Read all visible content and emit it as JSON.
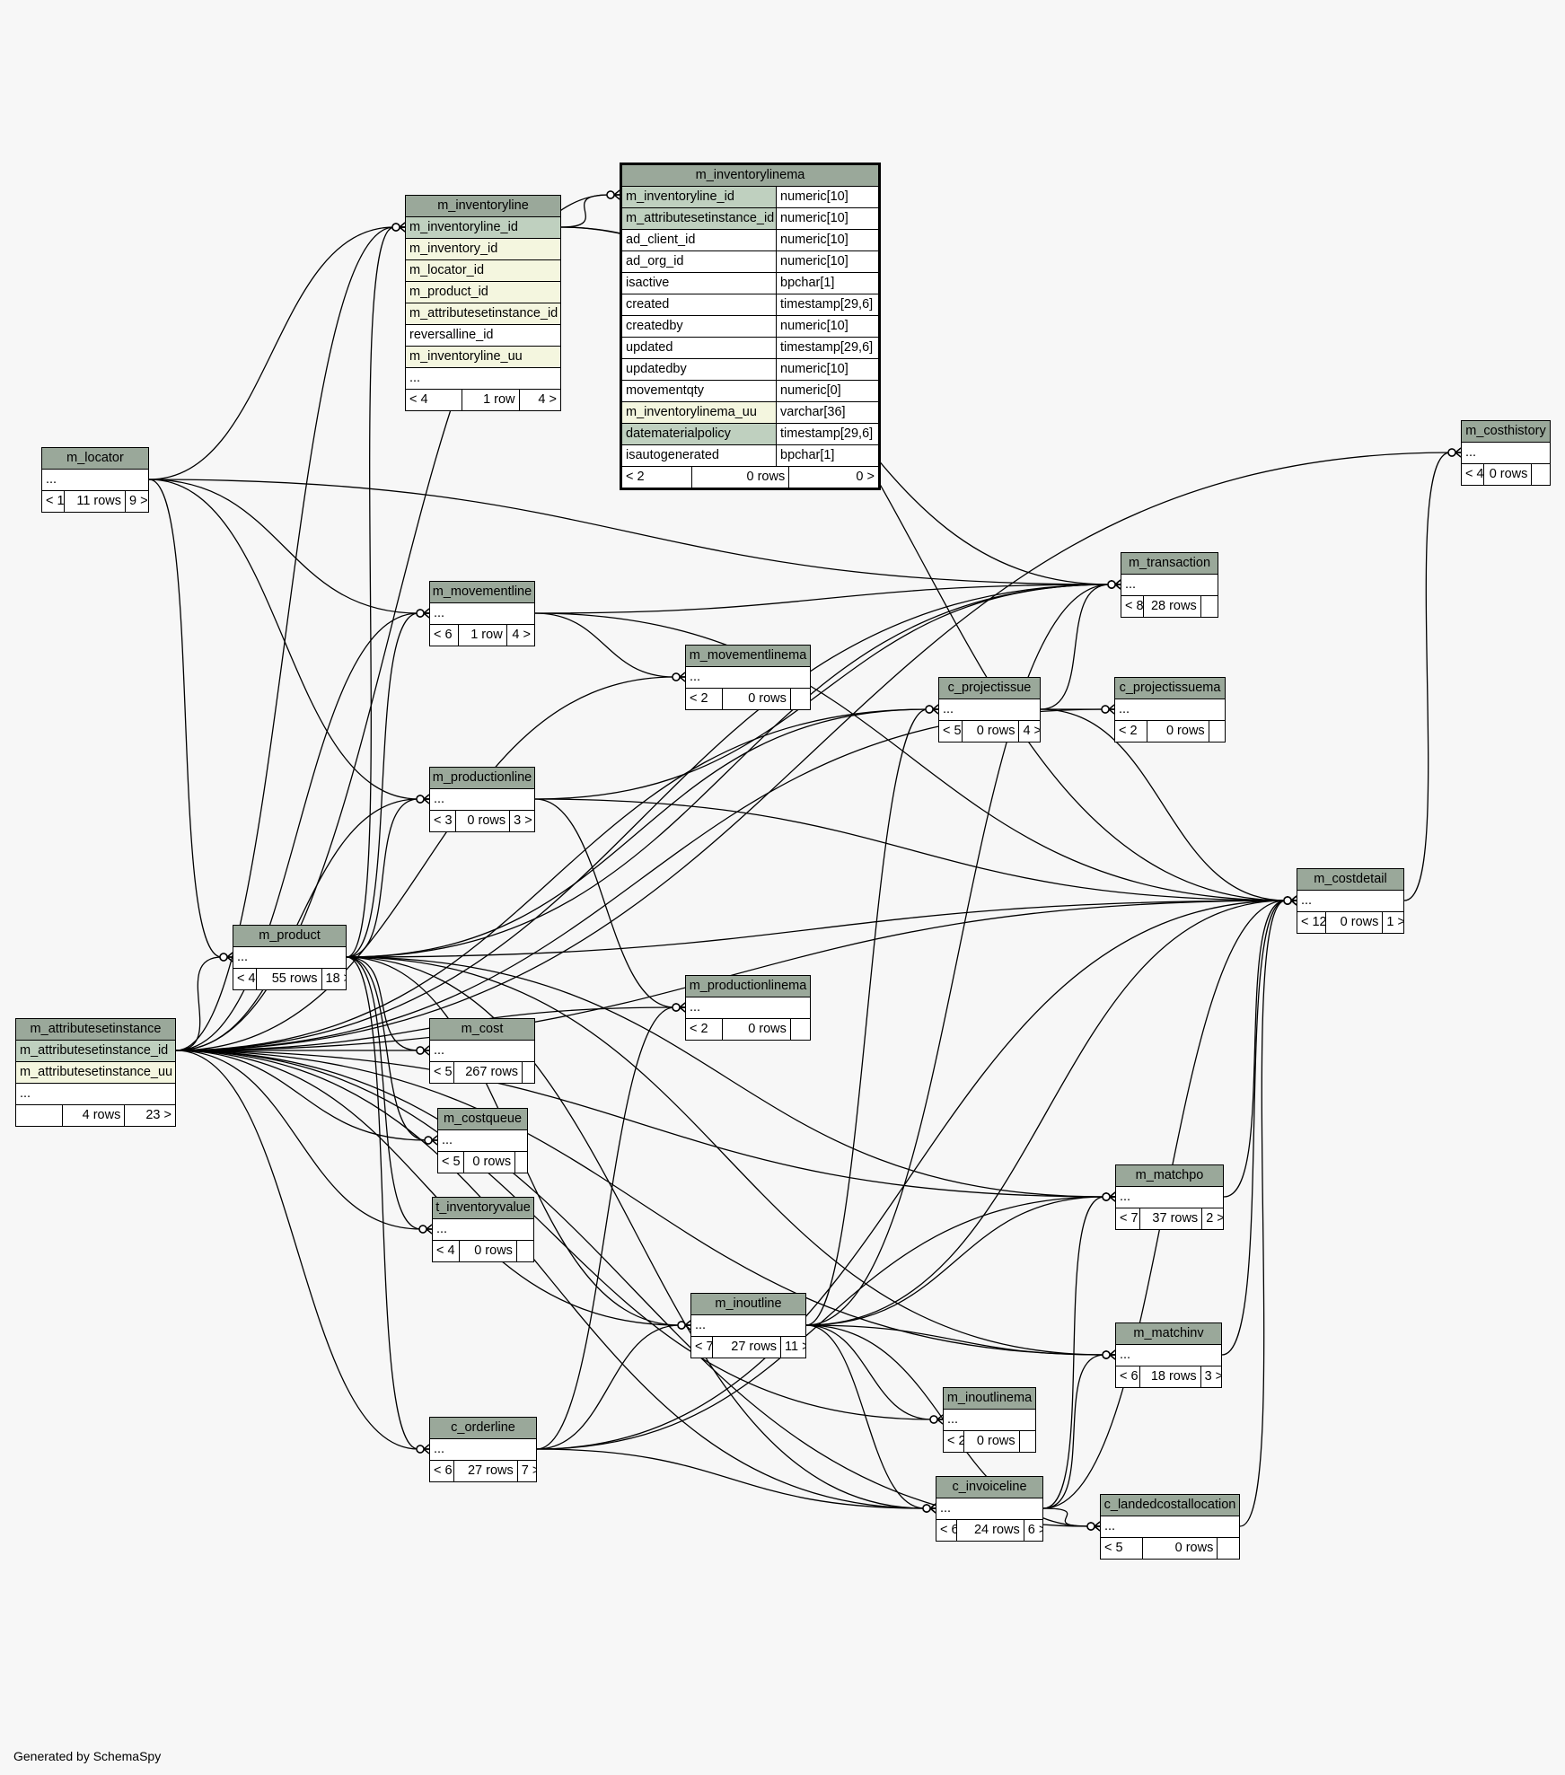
{
  "footer": "Generated by SchemaSpy",
  "focus_table": {
    "name": "m_inventorylinema",
    "columns": [
      {
        "name": "m_inventoryline_id",
        "type": "numeric[10]",
        "kind": "pk"
      },
      {
        "name": "m_attributesetinstance_id",
        "type": "numeric[10]",
        "kind": "pk"
      },
      {
        "name": "ad_client_id",
        "type": "numeric[10]",
        "kind": ""
      },
      {
        "name": "ad_org_id",
        "type": "numeric[10]",
        "kind": ""
      },
      {
        "name": "isactive",
        "type": "bpchar[1]",
        "kind": ""
      },
      {
        "name": "created",
        "type": "timestamp[29,6]",
        "kind": ""
      },
      {
        "name": "createdby",
        "type": "numeric[10]",
        "kind": ""
      },
      {
        "name": "updated",
        "type": "timestamp[29,6]",
        "kind": ""
      },
      {
        "name": "updatedby",
        "type": "numeric[10]",
        "kind": ""
      },
      {
        "name": "movementqty",
        "type": "numeric[0]",
        "kind": ""
      },
      {
        "name": "m_inventorylinema_uu",
        "type": "varchar[36]",
        "kind": "fk"
      },
      {
        "name": "datematerialpolicy",
        "type": "timestamp[29,6]",
        "kind": "pk"
      },
      {
        "name": "isautogenerated",
        "type": "bpchar[1]",
        "kind": ""
      }
    ],
    "footer": {
      "parents": "< 2",
      "rows": "0 rows",
      "children": "0 >"
    }
  },
  "tables": [
    {
      "id": "m_inventoryline",
      "name": "m_inventoryline",
      "columns": [
        {
          "name": "m_inventoryline_id",
          "kind": "pk"
        },
        {
          "name": "m_inventory_id",
          "kind": "fk"
        },
        {
          "name": "m_locator_id",
          "kind": "fk"
        },
        {
          "name": "m_product_id",
          "kind": "fk"
        },
        {
          "name": "m_attributesetinstance_id",
          "kind": "fk"
        },
        {
          "name": "reversalline_id",
          "kind": ""
        },
        {
          "name": "m_inventoryline_uu",
          "kind": "fk"
        },
        {
          "name": "...",
          "kind": ""
        }
      ],
      "footer": {
        "parents": "< 4",
        "rows": "1 row",
        "children": "4 >"
      }
    },
    {
      "id": "m_locator",
      "name": "m_locator",
      "columns": [
        {
          "name": "...",
          "kind": ""
        }
      ],
      "footer": {
        "parents": "< 1",
        "rows": "11 rows",
        "children": "9 >"
      }
    },
    {
      "id": "m_attributesetinstance",
      "name": "m_attributesetinstance",
      "columns": [
        {
          "name": "m_attributesetinstance_id",
          "kind": "pk"
        },
        {
          "name": "m_attributesetinstance_uu",
          "kind": "fk"
        },
        {
          "name": "...",
          "kind": ""
        }
      ],
      "footer": {
        "parents": "",
        "rows": "4 rows",
        "children": "23 >"
      }
    },
    {
      "id": "m_costhistory",
      "name": "m_costhistory",
      "columns": [
        {
          "name": "...",
          "kind": ""
        }
      ],
      "footer": {
        "parents": "< 4",
        "rows": "0 rows",
        "children": ""
      }
    },
    {
      "id": "m_transaction",
      "name": "m_transaction",
      "columns": [
        {
          "name": "...",
          "kind": ""
        }
      ],
      "footer": {
        "parents": "< 8",
        "rows": "28 rows",
        "children": ""
      }
    },
    {
      "id": "m_movementline",
      "name": "m_movementline",
      "columns": [
        {
          "name": "...",
          "kind": ""
        }
      ],
      "footer": {
        "parents": "< 6",
        "rows": "1 row",
        "children": "4 >"
      }
    },
    {
      "id": "m_movementlinema",
      "name": "m_movementlinema",
      "columns": [
        {
          "name": "...",
          "kind": ""
        }
      ],
      "footer": {
        "parents": "< 2",
        "rows": "0 rows",
        "children": ""
      }
    },
    {
      "id": "c_projectissue",
      "name": "c_projectissue",
      "columns": [
        {
          "name": "...",
          "kind": ""
        }
      ],
      "footer": {
        "parents": "< 5",
        "rows": "0 rows",
        "children": "4 >"
      }
    },
    {
      "id": "c_projectissuema",
      "name": "c_projectissuema",
      "columns": [
        {
          "name": "...",
          "kind": ""
        }
      ],
      "footer": {
        "parents": "< 2",
        "rows": "0 rows",
        "children": ""
      }
    },
    {
      "id": "m_productionline",
      "name": "m_productionline",
      "columns": [
        {
          "name": "...",
          "kind": ""
        }
      ],
      "footer": {
        "parents": "< 3",
        "rows": "0 rows",
        "children": "3 >"
      }
    },
    {
      "id": "m_costdetail",
      "name": "m_costdetail",
      "columns": [
        {
          "name": "...",
          "kind": ""
        }
      ],
      "footer": {
        "parents": "< 12",
        "rows": "0 rows",
        "children": "1 >"
      }
    },
    {
      "id": "m_product",
      "name": "m_product",
      "columns": [
        {
          "name": "...",
          "kind": ""
        }
      ],
      "footer": {
        "parents": "< 4",
        "rows": "55 rows",
        "children": "18 >"
      }
    },
    {
      "id": "m_productionlinema",
      "name": "m_productionlinema",
      "columns": [
        {
          "name": "...",
          "kind": ""
        }
      ],
      "footer": {
        "parents": "< 2",
        "rows": "0 rows",
        "children": ""
      }
    },
    {
      "id": "m_cost",
      "name": "m_cost",
      "columns": [
        {
          "name": "...",
          "kind": ""
        }
      ],
      "footer": {
        "parents": "< 5",
        "rows": "267 rows",
        "children": ""
      }
    },
    {
      "id": "m_costqueue",
      "name": "m_costqueue",
      "columns": [
        {
          "name": "...",
          "kind": ""
        }
      ],
      "footer": {
        "parents": "< 5",
        "rows": "0 rows",
        "children": ""
      }
    },
    {
      "id": "m_matchpo",
      "name": "m_matchpo",
      "columns": [
        {
          "name": "...",
          "kind": ""
        }
      ],
      "footer": {
        "parents": "< 7",
        "rows": "37 rows",
        "children": "2 >"
      }
    },
    {
      "id": "t_inventoryvalue",
      "name": "t_inventoryvalue",
      "columns": [
        {
          "name": "...",
          "kind": ""
        }
      ],
      "footer": {
        "parents": "< 4",
        "rows": "0 rows",
        "children": ""
      }
    },
    {
      "id": "m_inoutline",
      "name": "m_inoutline",
      "columns": [
        {
          "name": "...",
          "kind": ""
        }
      ],
      "footer": {
        "parents": "< 7",
        "rows": "27 rows",
        "children": "11 >"
      }
    },
    {
      "id": "m_matchinv",
      "name": "m_matchinv",
      "columns": [
        {
          "name": "...",
          "kind": ""
        }
      ],
      "footer": {
        "parents": "< 6",
        "rows": "18 rows",
        "children": "3 >"
      }
    },
    {
      "id": "m_inoutlinema",
      "name": "m_inoutlinema",
      "columns": [
        {
          "name": "...",
          "kind": ""
        }
      ],
      "footer": {
        "parents": "< 2",
        "rows": "0 rows",
        "children": ""
      }
    },
    {
      "id": "c_orderline",
      "name": "c_orderline",
      "columns": [
        {
          "name": "...",
          "kind": ""
        }
      ],
      "footer": {
        "parents": "< 6",
        "rows": "27 rows",
        "children": "7 >"
      }
    },
    {
      "id": "c_invoiceline",
      "name": "c_invoiceline",
      "columns": [
        {
          "name": "...",
          "kind": ""
        }
      ],
      "footer": {
        "parents": "< 6",
        "rows": "24 rows",
        "children": "6 >"
      }
    },
    {
      "id": "c_landedcostallocation",
      "name": "c_landedcostallocation",
      "columns": [
        {
          "name": "...",
          "kind": ""
        }
      ],
      "footer": {
        "parents": "< 5",
        "rows": "0 rows",
        "children": ""
      }
    }
  ],
  "relationships": [
    {
      "from": "m_inventoryline",
      "to": "m_inventorylinema"
    },
    {
      "from": "m_attributesetinstance",
      "to": "m_inventorylinema"
    },
    {
      "from": "m_locator",
      "to": "m_inventoryline"
    },
    {
      "from": "m_product",
      "to": "m_inventoryline"
    },
    {
      "from": "m_attributesetinstance",
      "to": "m_inventoryline"
    },
    {
      "from": "m_inventoryline",
      "to": "m_transaction"
    },
    {
      "from": "m_inventoryline",
      "to": "m_costdetail"
    },
    {
      "from": "m_locator",
      "to": "m_transaction"
    },
    {
      "from": "m_locator",
      "to": "m_movementline"
    },
    {
      "from": "m_locator",
      "to": "m_productionline"
    },
    {
      "from": "m_locator",
      "to": "m_product"
    },
    {
      "from": "m_attributesetinstance",
      "to": "m_costhistory"
    },
    {
      "from": "m_costdetail",
      "to": "m_costhistory"
    },
    {
      "from": "m_movementline",
      "to": "m_transaction"
    },
    {
      "from": "m_movementline",
      "to": "m_movementlinema"
    },
    {
      "from": "m_movementline",
      "to": "m_costdetail"
    },
    {
      "from": "c_projectissue",
      "to": "m_transaction"
    },
    {
      "from": "c_projectissue",
      "to": "c_projectissuema"
    },
    {
      "from": "c_projectissue",
      "to": "m_costdetail"
    },
    {
      "from": "m_productionline",
      "to": "m_transaction"
    },
    {
      "from": "m_productionline",
      "to": "m_productionlinema"
    },
    {
      "from": "m_productionline",
      "to": "m_costdetail"
    },
    {
      "from": "m_product",
      "to": "m_transaction"
    },
    {
      "from": "m_product",
      "to": "m_movementline"
    },
    {
      "from": "m_product",
      "to": "m_productionline"
    },
    {
      "from": "m_product",
      "to": "m_cost"
    },
    {
      "from": "m_product",
      "to": "m_costqueue"
    },
    {
      "from": "m_product",
      "to": "t_inventoryvalue"
    },
    {
      "from": "m_product",
      "to": "m_inoutline"
    },
    {
      "from": "m_product",
      "to": "c_orderline"
    },
    {
      "from": "m_product",
      "to": "c_invoiceline"
    },
    {
      "from": "m_product",
      "to": "m_matchpo"
    },
    {
      "from": "m_product",
      "to": "m_matchinv"
    },
    {
      "from": "m_product",
      "to": "m_costdetail"
    },
    {
      "from": "m_product",
      "to": "c_projectissue"
    },
    {
      "from": "m_attributesetinstance",
      "to": "m_transaction"
    },
    {
      "from": "m_attributesetinstance",
      "to": "m_movementline"
    },
    {
      "from": "m_attributesetinstance",
      "to": "m_movementlinema"
    },
    {
      "from": "m_attributesetinstance",
      "to": "m_productionline"
    },
    {
      "from": "m_attributesetinstance",
      "to": "m_productionlinema"
    },
    {
      "from": "m_attributesetinstance",
      "to": "m_product"
    },
    {
      "from": "m_attributesetinstance",
      "to": "m_cost"
    },
    {
      "from": "m_attributesetinstance",
      "to": "m_costqueue"
    },
    {
      "from": "m_attributesetinstance",
      "to": "t_inventoryvalue"
    },
    {
      "from": "m_attributesetinstance",
      "to": "m_inoutline"
    },
    {
      "from": "m_attributesetinstance",
      "to": "m_inoutlinema"
    },
    {
      "from": "m_attributesetinstance",
      "to": "c_orderline"
    },
    {
      "from": "m_attributesetinstance",
      "to": "c_invoiceline"
    },
    {
      "from": "m_attributesetinstance",
      "to": "m_matchpo"
    },
    {
      "from": "m_attributesetinstance",
      "to": "m_matchinv"
    },
    {
      "from": "m_attributesetinstance",
      "to": "c_projectissue"
    },
    {
      "from": "m_attributesetinstance",
      "to": "c_projectissuema"
    },
    {
      "from": "m_attributesetinstance",
      "to": "c_landedcostallocation"
    },
    {
      "from": "m_attributesetinstance",
      "to": "m_costdetail"
    },
    {
      "from": "m_inoutline",
      "to": "m_transaction"
    },
    {
      "from": "m_inoutline",
      "to": "m_matchpo"
    },
    {
      "from": "m_inoutline",
      "to": "m_matchinv"
    },
    {
      "from": "m_inoutline",
      "to": "m_inoutlinema"
    },
    {
      "from": "m_inoutline",
      "to": "c_invoiceline"
    },
    {
      "from": "m_inoutline",
      "to": "c_landedcostallocation"
    },
    {
      "from": "m_inoutline",
      "to": "m_costdetail"
    },
    {
      "from": "m_inoutline",
      "to": "c_projectissue"
    },
    {
      "from": "c_orderline",
      "to": "m_inoutline"
    },
    {
      "from": "c_orderline",
      "to": "c_invoiceline"
    },
    {
      "from": "c_orderline",
      "to": "m_matchpo"
    },
    {
      "from": "c_orderline",
      "to": "m_costdetail"
    },
    {
      "from": "c_orderline",
      "to": "m_productionlinema"
    },
    {
      "from": "c_invoiceline",
      "to": "m_matchpo"
    },
    {
      "from": "c_invoiceline",
      "to": "m_matchinv"
    },
    {
      "from": "c_invoiceline",
      "to": "c_landedcostallocation"
    },
    {
      "from": "c_invoiceline",
      "to": "m_costdetail"
    },
    {
      "from": "m_matchinv",
      "to": "m_costdetail"
    },
    {
      "from": "m_matchpo",
      "to": "m_costdetail"
    },
    {
      "from": "c_landedcostallocation",
      "to": "m_costdetail"
    }
  ]
}
